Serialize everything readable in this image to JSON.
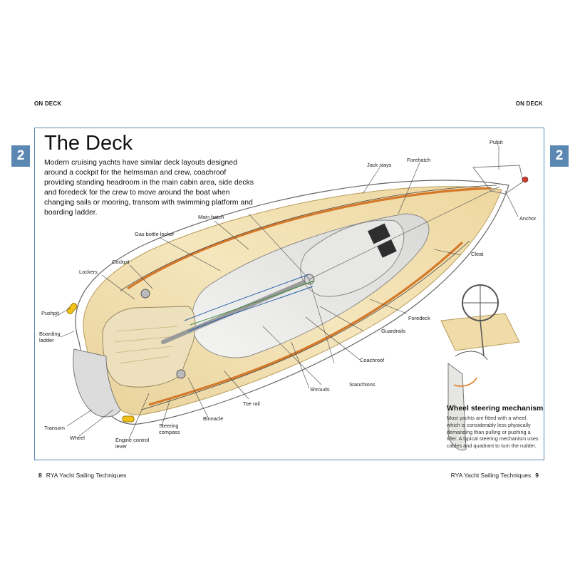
{
  "running_head": {
    "left": "ON DECK",
    "right": "ON DECK"
  },
  "chapter_tab": {
    "left": "2",
    "right": "2"
  },
  "title": "The Deck",
  "intro": "Modern cruising yachts have similar deck layouts designed around a cockpit for the helmsman and crew, coachroof providing standing headroom in the main cabin area, side decks and foredeck for the crew to move around the boat when changing sails or mooring, transom with swimming platform and boarding ladder.",
  "labels": {
    "pulpit": "Pulpit",
    "jack_stays": "Jack stays",
    "forehatch": "Forehatch",
    "anchor": "Anchor",
    "main_hatch": "Main hatch",
    "gas_bottle_locker": "Gas bottle locker",
    "cockpit": "Cockpit",
    "lockers": "Lockers",
    "cleat": "Cleat",
    "pushpit": "Pushpit",
    "boarding_ladder": "Boarding ladder",
    "foredeck": "Foredeck",
    "guardrails": "Guardrails",
    "coachroof": "Coachroof",
    "shrouds": "Shrouds",
    "stanchions": "Stanchions",
    "toe_rail": "Toe rail",
    "binnacle": "Binnacle",
    "transom": "Transom",
    "wheel": "Wheel",
    "steering_compass": "Steering compass",
    "engine_control_lever": "Engine control lever"
  },
  "sidebar": {
    "title": "Wheel steering mechanism",
    "text": "Most yachts are fitted with a wheel, which is considerably less physically demanding than pulling or pushing a tiller. A typical steering mechanism uses cables and quadrant to turn the rudder."
  },
  "footer": {
    "left_page": "8",
    "left_title": "RYA Yacht Sailing Techniques",
    "right_title": "RYA Yacht Sailing Techniques",
    "right_page": "9"
  },
  "colors": {
    "accent": "#5b87b3",
    "deck": "#f0dca8",
    "toe_rail": "#d4782a",
    "fender": "#f2c21a"
  }
}
